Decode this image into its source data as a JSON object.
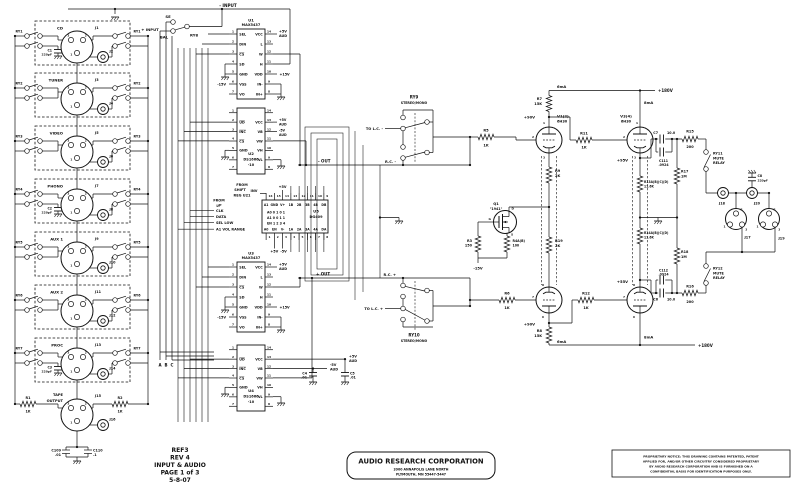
{
  "labels": {
    "neg_input": "- INPUT",
    "pos_input": "+ INPUT",
    "se": "SE",
    "bal": "BAL",
    "ry8": "RY8",
    "bus_a": "A",
    "bus_b": "B",
    "bus_c": "C",
    "xn1": "1",
    "xn2": "2",
    "xn3": "3",
    "c109": "C109",
    "c109v": ".01",
    "c110": "C110",
    "c110v": ".1",
    "from_shift_1": "FROM",
    "from_shift_2": "SHIFT",
    "from_shift_3": "REG U21",
    "inv": "INV",
    "from_up_1": "FROM",
    "from_up_2": "µP",
    "sig_clk": "CLK",
    "sig_data": "DATA",
    "sig_sel": "SEL LOW",
    "sig_avr": "A1 VOL RANGE",
    "p5_u1": "+5V",
    "aud_u1": "AUD",
    "p15_u1": "+15V",
    "n15_u1": "-15V",
    "p5_u2": "+5V",
    "aud_u2a": "AUD",
    "n5_u2": "-5V",
    "aud_u2b": "AUD",
    "p5_u5t": "+5V",
    "p5_u5b": "+5V",
    "n5_u5b": "-5V",
    "p5_u3": "+5V",
    "aud_u3": "AUD",
    "p15_u3": "+15V",
    "n15_u3": "-15V",
    "p5_u4": "+5V",
    "aud_u4a": "AUD",
    "n5_u4": "-5V",
    "aud_u4b": "AUD",
    "c4": "C4",
    "c4v": ".01",
    "c5": "C5",
    "c5v": ".01",
    "out_neg": "- OUT",
    "out_pos": "+ OUT",
    "ry9": "RY9",
    "ry9sub": "STEREO/MONO",
    "ry10": "RY10",
    "ry10sub": "STEREO/MONO",
    "tolc_n": "TO L.C. -",
    "tolc_p": "TO L.C. +",
    "rc_n": "R.C. -",
    "rc_p": "R.C. +",
    "r5": "R5",
    "r5v": "1K",
    "r6": "R6",
    "r6v": "1K",
    "r7": "R7",
    "r7v": "15K",
    "r8": "R8",
    "r8v": "15K",
    "r9": "R9",
    "r9v": "2K",
    "r19": "R19",
    "r19v": "2K",
    "r11": "R11",
    "r11v": "1K",
    "r12": "R12",
    "r12v": "1K",
    "q1": "Q1",
    "q1v": "\"1941\"",
    "qd": "D",
    "qg": "G",
    "qs": "S",
    "r3": "R3",
    "r3v": "150",
    "r4": "R4A(B)",
    "r4v": "100",
    "n15_q": "-15V",
    "v1": "V1(2)",
    "v1t": "6H30",
    "v3": "V3(4)",
    "v3t": "6H30",
    "tp1": "1",
    "tp2": "2",
    "tp3": "3",
    "tp8": "8",
    "tp7": "7",
    "tp6": "6",
    "p90_1": "+90V",
    "p90_2": "+90V",
    "p95": "+95V",
    "p55": "+55V",
    "ma6_1": "6mA",
    "ma6_2": "6mA",
    "ma8_1": "8mA",
    "ma8_2": "8mA",
    "p180_1": "+180V",
    "p180_2": "+180V",
    "c7": "C7",
    "c7v": "10.0",
    "c111": "C111",
    "c111v": ".0924",
    "c6": "C6",
    "c6v": "10.0",
    "c112": "C112",
    "c112v": ".0924",
    "r15": "R15",
    "r15v": "200",
    "r16": "R16",
    "r16v": "200",
    "r17": "R17",
    "r17v": "1M",
    "r18": "R18",
    "r18v": "1M",
    "r13": "R13A(B)(C)(D)",
    "r13v": "11.6K",
    "r14": "R14A(B)(C)(D)",
    "r14v": "11.6K",
    "c8": "C8",
    "c8v": "220pF",
    "ry11": "RY11",
    "ry11b": "MUTE",
    "ry11c": "RELAY",
    "ry12": "RY12",
    "ry12b": "MUTE",
    "ry12c": "RELAY",
    "j17": "J17",
    "j18": "J18",
    "j19": "J19",
    "j20": "J20"
  },
  "inputs": [
    {
      "name": "CD",
      "name2": "",
      "xlr": "J1",
      "rca": "J2",
      "relay": "RY1",
      "cap": "C1",
      "capv": "220pF"
    },
    {
      "name": "TUNER",
      "name2": "",
      "xlr": "J3",
      "rca": "J4",
      "relay": "RY2",
      "cap": "",
      "capv": ""
    },
    {
      "name": "VIDEO",
      "name2": "",
      "xlr": "J5",
      "rca": "J6",
      "relay": "RY3",
      "cap": "",
      "capv": ""
    },
    {
      "name": "PHONO",
      "name2": "",
      "xlr": "J7",
      "rca": "J8",
      "relay": "RY4",
      "cap": "C2",
      "capv": "220pF"
    },
    {
      "name": "AUX 1",
      "name2": "",
      "xlr": "J9",
      "rca": "J10",
      "relay": "RY5",
      "cap": "",
      "capv": ""
    },
    {
      "name": "AUX 2",
      "name2": "",
      "xlr": "J11",
      "rca": "J12",
      "relay": "RY6",
      "cap": "",
      "capv": ""
    },
    {
      "name": "PROC",
      "name2": "",
      "xlr": "J13",
      "rca": "J14",
      "relay": "RY7",
      "cap": "C3",
      "capv": "220pF"
    },
    {
      "name": "TAPE",
      "name2": "OUTPUT",
      "xlr": "J15",
      "rca": "J16",
      "rl": "R1",
      "rlv": "1K",
      "rr": "R2",
      "rrv": "1K"
    }
  ],
  "chips": {
    "u1": {
      "ref": "U1",
      "part": "MAX5437",
      "left": [
        {
          "n": "1",
          "l": "SEL"
        },
        {
          "n": "2",
          "l": "DIN"
        },
        {
          "n": "3",
          "l": "CS",
          "bar": true
        },
        {
          "n": "4",
          "l": "SD"
        },
        {
          "n": "5",
          "l": "GND"
        },
        {
          "n": "6",
          "l": "VSS"
        },
        {
          "n": "7",
          "l": "VO"
        }
      ],
      "right": [
        {
          "n": "14",
          "l": "VCC"
        },
        {
          "n": "13",
          "l": "L"
        },
        {
          "n": "12",
          "l": "W"
        },
        {
          "n": "11",
          "l": "H"
        },
        {
          "n": "10",
          "l": "VDD"
        },
        {
          "n": "9",
          "l": "IN-"
        },
        {
          "n": "8",
          "l": "IN+"
        }
      ]
    },
    "u2": {
      "ref": "U2",
      "part": "DS1666",
      "suffix": "-10",
      "left": [
        {
          "n": "1",
          "l": ""
        },
        {
          "n": "2",
          "l": "UD",
          "bar": true
        },
        {
          "n": "3",
          "l": "INC",
          "bar": true
        },
        {
          "n": "4",
          "l": "CS",
          "bar": true
        },
        {
          "n": "5",
          "l": "GND"
        },
        {
          "n": "6",
          "l": ""
        },
        {
          "n": "7",
          "l": ""
        }
      ],
      "right": [
        {
          "n": "14",
          "l": ""
        },
        {
          "n": "13",
          "l": "VCC"
        },
        {
          "n": "12",
          "l": "VB"
        },
        {
          "n": "11",
          "l": "VW"
        },
        {
          "n": "10",
          "l": "VH"
        },
        {
          "n": "9",
          "l": "VL"
        },
        {
          "n": "8",
          "l": ""
        }
      ]
    },
    "u3": {
      "ref": "U3",
      "part": "MAX5437",
      "left": [
        {
          "n": "1",
          "l": "SEL"
        },
        {
          "n": "2",
          "l": "DIN"
        },
        {
          "n": "3",
          "l": "CS",
          "bar": true
        },
        {
          "n": "4",
          "l": "SD"
        },
        {
          "n": "5",
          "l": "GND"
        },
        {
          "n": "6",
          "l": "VSS"
        },
        {
          "n": "7",
          "l": "VO"
        }
      ],
      "right": [
        {
          "n": "14",
          "l": "VCC"
        },
        {
          "n": "13",
          "l": "L"
        },
        {
          "n": "12",
          "l": "W"
        },
        {
          "n": "11",
          "l": "H"
        },
        {
          "n": "10",
          "l": "VDD"
        },
        {
          "n": "9",
          "l": "IN-"
        },
        {
          "n": "8",
          "l": "IN+"
        }
      ]
    },
    "u4": {
      "ref": "U4",
      "part": "DS1666",
      "suffix": "-10",
      "left": [
        {
          "n": "1",
          "l": ""
        },
        {
          "n": "2",
          "l": "UD",
          "bar": true
        },
        {
          "n": "3",
          "l": "INC",
          "bar": true
        },
        {
          "n": "4",
          "l": "CS",
          "bar": true
        },
        {
          "n": "5",
          "l": "GND"
        },
        {
          "n": "6",
          "l": ""
        },
        {
          "n": "7",
          "l": ""
        }
      ],
      "right": [
        {
          "n": "14",
          "l": ""
        },
        {
          "n": "13",
          "l": "VCC"
        },
        {
          "n": "12",
          "l": "VB"
        },
        {
          "n": "11",
          "l": "VW"
        },
        {
          "n": "10",
          "l": "VH"
        },
        {
          "n": "9",
          "l": "VL"
        },
        {
          "n": "8",
          "l": ""
        }
      ]
    },
    "u5": {
      "ref": "U5",
      "part": "DG409",
      "top": [
        {
          "n": "16",
          "l": "A1"
        },
        {
          "n": "15",
          "l": "GND"
        },
        {
          "n": "14",
          "l": "V+"
        },
        {
          "n": "13",
          "l": "1B"
        },
        {
          "n": "12",
          "l": "2B"
        },
        {
          "n": "11",
          "l": "3B"
        },
        {
          "n": "10",
          "l": "4B"
        },
        {
          "n": "9",
          "l": "DB"
        }
      ],
      "bottom": [
        {
          "n": "1",
          "l": "A0"
        },
        {
          "n": "2",
          "l": "EN"
        },
        {
          "n": "3",
          "l": "V-"
        },
        {
          "n": "4",
          "l": "1A"
        },
        {
          "n": "5",
          "l": "2A"
        },
        {
          "n": "6",
          "l": "3A"
        },
        {
          "n": "7",
          "l": "4A"
        },
        {
          "n": "8",
          "l": "DA"
        }
      ],
      "table": [
        "A0  0 1 0 1",
        "A1  0 0 1 1",
        "EN  1 2 3 4"
      ]
    }
  },
  "doc": {
    "ref": "REF3",
    "rev": "REV 4",
    "title": "INPUT & AUDIO",
    "page": "PAGE 1 of 3",
    "date": "5-8-07"
  },
  "title_block": {
    "name": "AUDIO RESEARCH CORPORATION",
    "addr1": "3900 ANNAPOLIS LANE NORTH",
    "addr2": "PLYMOUTH, MN 55447-5447"
  },
  "notice": {
    "l1": "PROPRIETARY NOTICE:  THIS DRAWING CONTAINS PATENTED, PATENT",
    "l2": "APPLIED FOR, AND/OR OTHER CIRCUITRY CONSIDERED PROPRIETARY",
    "l3": "BY AUDIO RESEARCH CORPORATION AND IS  FURNISHED ON A",
    "l4": "CONFIDENTIAL BASIS FOR IDENTIFICATION PURPOSES ONLY."
  }
}
